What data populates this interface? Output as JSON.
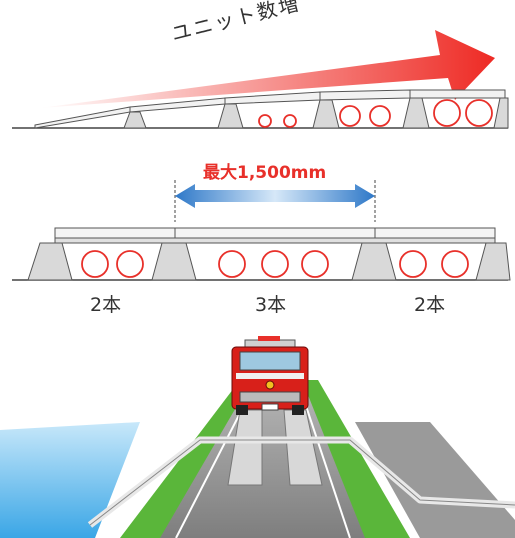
{
  "top_panel": {
    "label": "ユニット数増"
  },
  "middle_panel": {
    "span_label": "最大1,500mm",
    "unit_counts": [
      "2本",
      "3本",
      "2本"
    ]
  },
  "colors": {
    "arrow_red": "#ee2a24",
    "dimension_blue": "#2e78c8",
    "pipe_circle_red": "#e8302a",
    "grass_green": "#5ab63a",
    "water_blue": "#5cb8ea",
    "road_gray": "#8c8c8c"
  },
  "icons": [
    "increase-arrow-icon",
    "dimension-arrow-icon",
    "fire-truck-icon"
  ]
}
